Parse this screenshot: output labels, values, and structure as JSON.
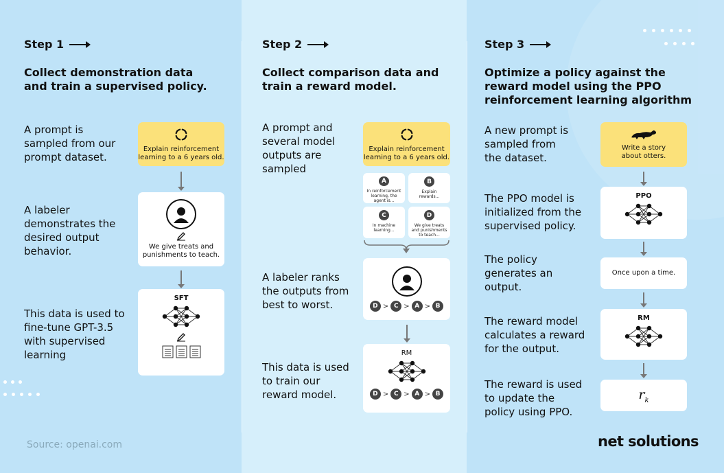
{
  "steps": [
    {
      "label": "Step 1",
      "heading_line1": "Collect demonstration data",
      "heading_line2": "and train a supervised policy.",
      "descriptions": [
        [
          "A prompt is",
          "sampled from our",
          "prompt dataset."
        ],
        [
          "A labeler",
          "demonstrates the",
          "desired output",
          "behavior."
        ],
        [
          "This data is used to",
          "fine-tune GPT-3.5",
          "with supervised",
          "learning"
        ]
      ],
      "prompt_card": [
        "Explain reinforcement",
        "learning to a 6 years old."
      ],
      "demo_card": [
        "We give treats and",
        "punishments to teach."
      ],
      "model_label": "SFT"
    },
    {
      "label": "Step 2",
      "heading_line1": "Collect comparison data and",
      "heading_line2": "train a reward model.",
      "descriptions": [
        [
          "A prompt and",
          "several model",
          "outputs are",
          "sampled"
        ],
        [
          "A labeler ranks",
          "the outputs from",
          "best to worst."
        ],
        [
          "This data is used",
          "to train our",
          "reward model."
        ]
      ],
      "prompt_card": [
        "Explain reinforcement",
        "learning to a 6 years old."
      ],
      "outputs": [
        {
          "letter": "A",
          "text": "In reinforcement learning, the agent is..."
        },
        {
          "letter": "B",
          "text": "Explain rewards..."
        },
        {
          "letter": "C",
          "text": "In machine learning..."
        },
        {
          "letter": "D",
          "text": "We give treats and punishments to teach..."
        }
      ],
      "ranking": [
        "D",
        "C",
        "A",
        "B"
      ],
      "model_label": "RM"
    },
    {
      "label": "Step 3",
      "heading_line1": "Optimize a policy against the",
      "heading_line2": "reward model using the PPO",
      "heading_line3": "reinforcement learning algorithm",
      "descriptions": [
        [
          "A new prompt is",
          "sampled from",
          "the dataset."
        ],
        [
          "The PPO model is",
          "initialized from the",
          "supervised policy."
        ],
        [
          "The policy",
          "generates an",
          "output."
        ],
        [
          "The reward model",
          "calculates a reward",
          "for the output."
        ],
        [
          "The reward is used",
          "to update the",
          "policy using PPO."
        ]
      ],
      "prompt_card": [
        "Write a story",
        "about otters."
      ],
      "ppo_label": "PPO",
      "output_text": "Once upon a time.",
      "rm_label": "RM",
      "reward_symbol": "r",
      "reward_subscript": "k"
    }
  ],
  "footer": {
    "source": "Source: openai.com",
    "brand": "net solutions"
  },
  "colors": {
    "background": "#bfe3f8",
    "middle_column": "#d6effb",
    "prompt_card": "#fbe17a",
    "card": "#ffffff"
  }
}
